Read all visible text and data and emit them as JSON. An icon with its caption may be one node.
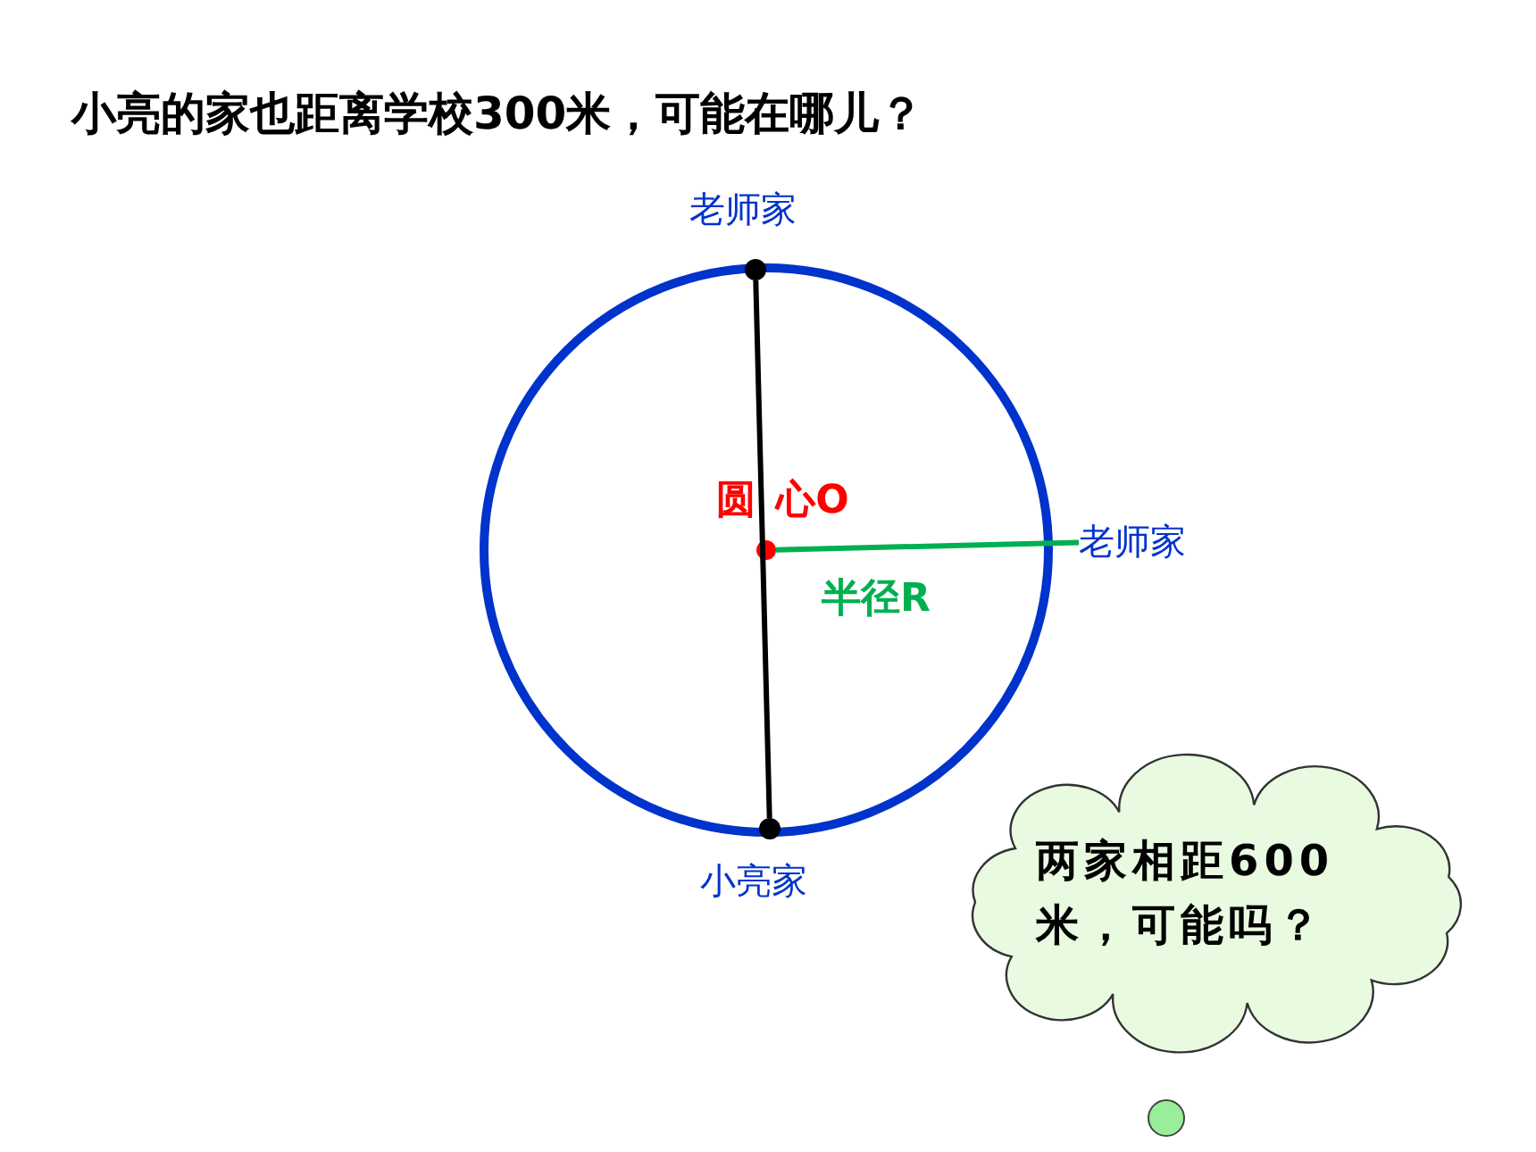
{
  "diagram": {
    "title": "小亮的家也距离学校300米，可能在哪儿？",
    "nodes": [
      {
        "text": [],
        "shape": "circle",
        "beside": [
          "老师家"
        ]
      },
      {
        "text": [],
        "shape": "circle",
        "beside": [
          "圆 心O"
        ]
      },
      {
        "text": [
          "老师家"
        ]
      },
      {
        "text": [],
        "shape": "circle",
        "beside": [
          "小亮家"
        ]
      },
      {
        "text": [
          "两家相距600米，可能吗？"
        ]
      }
    ],
    "edges": [
      {
        "from": 0,
        "to": 3,
        "arrow": "none"
      },
      {
        "from": 1,
        "to": 2,
        "arrow": "none",
        "label": "半径R",
        "color": "#00b050"
      }
    ]
  }
}
